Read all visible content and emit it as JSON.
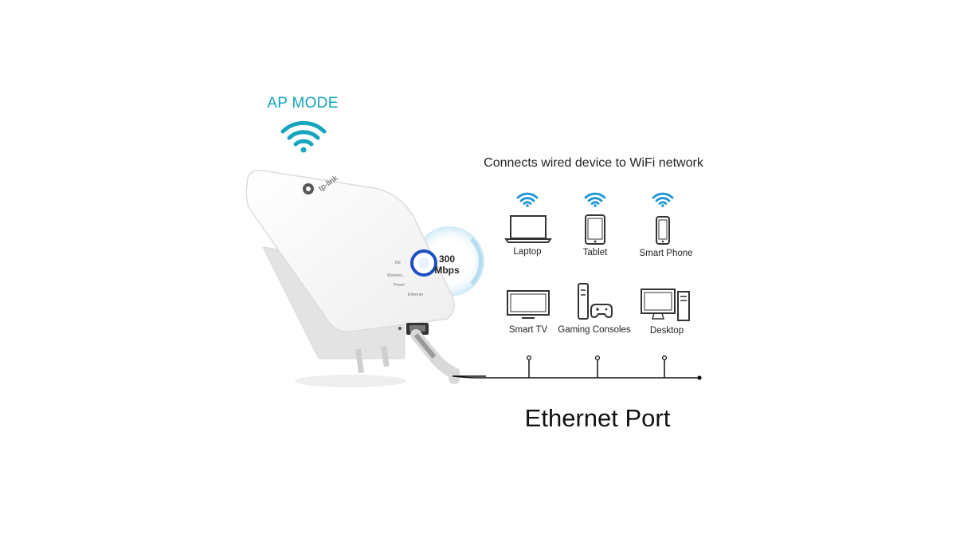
{
  "ap_mode": {
    "title": "AP MODE",
    "icon": "wifi-icon",
    "accent_color": "#16a5bd"
  },
  "device": {
    "brand": "tp-link",
    "led_labels": [
      "RE",
      "Wireless",
      "Power",
      "Ethernet"
    ],
    "speed_value": "300",
    "speed_unit": "Mbps",
    "accent_color": "#1e4fc2"
  },
  "diagram": {
    "heading": "Connects wired device to WiFi network",
    "wireless_devices": [
      {
        "label": "Laptop",
        "icon": "laptop-icon"
      },
      {
        "label": "Tablet",
        "icon": "tablet-icon"
      },
      {
        "label": "Smart Phone",
        "icon": "smartphone-icon"
      }
    ],
    "wired_devices": [
      {
        "label": "Smart TV",
        "icon": "tv-icon"
      },
      {
        "label": "Gaming Consoles",
        "icon": "game-console-icon"
      },
      {
        "label": "Desktop",
        "icon": "desktop-icon"
      }
    ],
    "port_title": "Ethernet Port",
    "wifi_color": "#1e96d6"
  }
}
